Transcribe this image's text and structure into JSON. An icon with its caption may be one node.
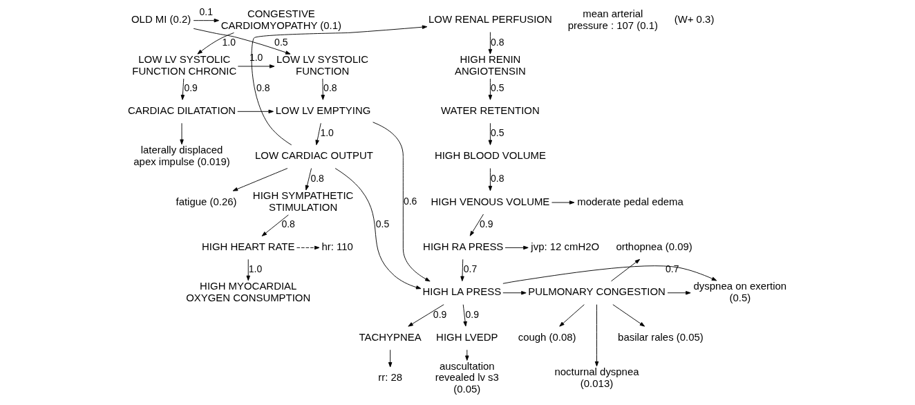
{
  "diagram": {
    "nodes": [
      {
        "text": [
          "LOW RENAL PERFUSION"
        ]
      },
      {
        "text": [
          "HIGH RENIN ANGIOTENSIN"
        ]
      },
      {
        "text": [
          "WATER RETENTION"
        ]
      },
      {
        "text": [
          "HIGH BLOOD VOLUME"
        ]
      },
      {
        "text": [
          "HIGH VENOUS VOLUME"
        ]
      },
      {
        "text": [
          "moderate pedal edema"
        ]
      },
      {
        "text": [
          "HIGH RA PRESS"
        ]
      },
      {
        "text": [
          "jvp: 12 cmH2O"
        ]
      },
      {
        "text": [
          "HIGH LA PRESS"
        ]
      },
      {
        "text": [
          "PULMONARY CONGESTION"
        ]
      },
      {
        "text": [
          "orthopnea (0.09)"
        ]
      },
      {
        "text": [
          "dyspnea on exertion (0.5)"
        ]
      },
      {
        "text": [
          "cough (0.08)"
        ]
      },
      {
        "text": [
          "nocturnal dyspnea (0.013)"
        ]
      },
      {
        "text": [
          "basilar rales (0.05)"
        ]
      },
      {
        "text": [
          "HIGH LVEDP"
        ]
      },
      {
        "text": [
          "auscultation revealed lv s3 (0.05)"
        ]
      },
      {
        "text": [
          "OLD MI (0.2)"
        ]
      },
      {
        "text": [
          "CONGESTIVE CARDIOMYOPATHY (0.1)"
        ]
      },
      {
        "text": [
          "LOW LV SYSTOLIC FUNCTION"
        ]
      },
      {
        "text": [
          "LOW LV SYSTOLIC FUNCTION CHRONIC"
        ]
      },
      {
        "text": [
          "CARDIAC DILATATION"
        ]
      },
      {
        "text": [
          "laterally displaced apex impulse (0.019)"
        ]
      },
      {
        "text": [
          "LOW LV EMPTYING"
        ]
      },
      {
        "text": [
          "LOW CARDIAC OUTPUT"
        ]
      },
      {
        "text": [
          "fatigue (0.26)"
        ]
      },
      {
        "text": [
          "HIGH SYMPATHETIC STIMULATION"
        ]
      },
      {
        "text": [
          "HIGH HEART RATE"
        ]
      },
      {
        "text": [
          "hr: 110"
        ]
      },
      {
        "text": [
          "HIGH MYOCARDIAL OXYGEN CONSUMPTION"
        ]
      },
      {
        "text": [
          "TACHYPNEA"
        ]
      },
      {
        "text": [
          "rr: 28"
        ]
      }
    ],
    "edges": [
      {
        "from": 0,
        "to": 1,
        "arrow": "to",
        "label": "0.8"
      },
      {
        "from": 1,
        "to": 2,
        "arrow": "to",
        "label": "0.5"
      },
      {
        "from": 2,
        "to": 3,
        "arrow": "to",
        "label": "0.5"
      },
      {
        "from": 3,
        "to": 4,
        "arrow": "to",
        "label": "0.8"
      },
      {
        "from": 4,
        "to": 5,
        "arrow": "to"
      },
      {
        "from": 4,
        "to": 6,
        "arrow": "to",
        "label": "0.9"
      },
      {
        "from": 6,
        "to": 7,
        "arrow": "to"
      },
      {
        "from": 6,
        "to": 8,
        "arrow": "to",
        "label": "0.7"
      },
      {
        "from": 8,
        "to": 9,
        "arrow": "to"
      },
      {
        "from": 8,
        "to": 11,
        "arrow": "to",
        "label": "0.7"
      },
      {
        "from": 9,
        "to": 10,
        "arrow": "to"
      },
      {
        "from": 9,
        "to": 11,
        "arrow": "to"
      },
      {
        "from": 9,
        "to": 12,
        "arrow": "to"
      },
      {
        "from": 9,
        "to": 13,
        "arrow": "to"
      },
      {
        "from": 9,
        "to": 14,
        "arrow": "to"
      },
      {
        "from": 8,
        "to": 15,
        "arrow": "to",
        "label": "0.9"
      },
      {
        "from": 15,
        "to": 16,
        "arrow": "to"
      },
      {
        "from": 8,
        "to": 30,
        "arrow": "to",
        "label": "0.9"
      },
      {
        "from": 30,
        "to": 31,
        "arrow": "to"
      },
      {
        "from": 17,
        "to": 18,
        "arrow": "to",
        "label": "0.1"
      },
      {
        "from": 17,
        "to": 19,
        "arrow": "to",
        "label": "0.5"
      },
      {
        "from": 18,
        "to": 20,
        "arrow": "to",
        "label": "1.0"
      },
      {
        "from": 20,
        "to": 19,
        "arrow": "to",
        "label": "1.0"
      },
      {
        "from": 20,
        "to": 21,
        "arrow": "to",
        "label": "0.9"
      },
      {
        "from": 21,
        "to": 23,
        "arrow": "to"
      },
      {
        "from": 21,
        "to": 22,
        "arrow": "to"
      },
      {
        "from": 19,
        "to": 23,
        "arrow": "to",
        "label": "0.8"
      },
      {
        "from": 23,
        "to": 24,
        "arrow": "to",
        "label": "1.0"
      },
      {
        "from": 23,
        "to": 8,
        "arrow": "to",
        "label": "0.6"
      },
      {
        "from": 24,
        "to": 0,
        "arrow": "to",
        "label": "0.8"
      },
      {
        "from": 24,
        "to": 8,
        "arrow": "to",
        "label": "0.5"
      },
      {
        "from": 24,
        "to": 25,
        "arrow": "to"
      },
      {
        "from": 24,
        "to": 26,
        "arrow": "to",
        "label": "0.8"
      },
      {
        "from": 26,
        "to": 27,
        "arrow": "to",
        "label": "0.8"
      },
      {
        "from": 27,
        "to": 28,
        "arrow": "to",
        "style": "dashed"
      },
      {
        "from": 27,
        "to": 29,
        "arrow": "to",
        "label": "1.0"
      }
    ],
    "labels": [
      "mean arterial pressure : 107 (0.1)",
      "(W+ 0.3)"
    ]
  }
}
